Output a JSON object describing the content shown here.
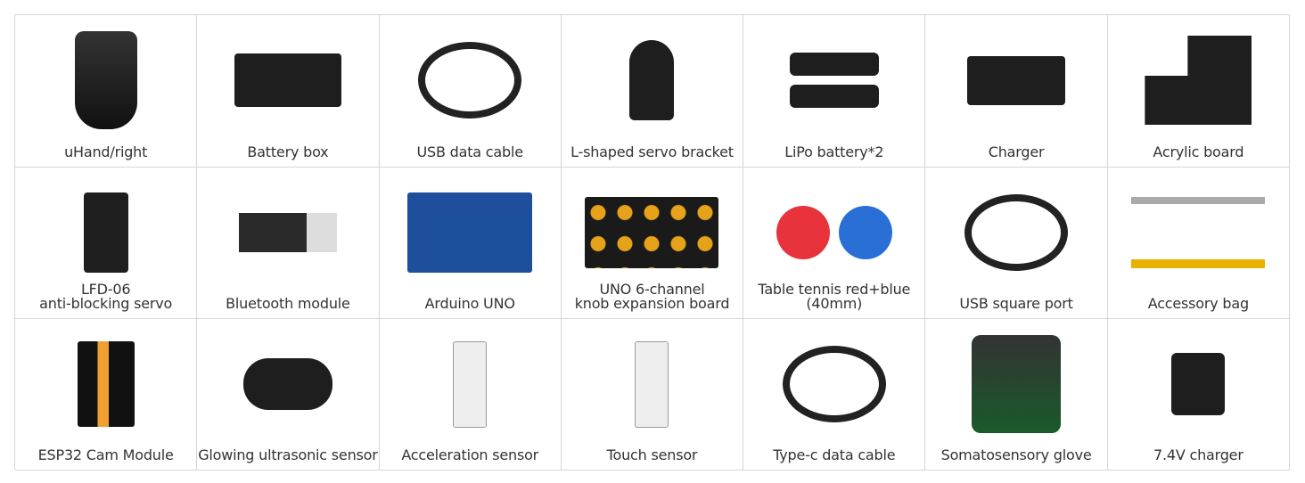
{
  "items": [
    {
      "label": "uHand/right",
      "icon": "robotic-hand-image",
      "shape": "hand"
    },
    {
      "label": "Battery box",
      "icon": "battery-box-image",
      "shape": "box"
    },
    {
      "label": "USB data cable",
      "icon": "usb-cable-image",
      "shape": "cable"
    },
    {
      "label": "L-shaped servo bracket",
      "icon": "servo-bracket-image",
      "shape": "bracket"
    },
    {
      "label": "LiPo battery*2",
      "icon": "lipo-battery-image",
      "shape": "battery",
      "count": 2
    },
    {
      "label": "Charger",
      "icon": "charger-image",
      "shape": "charger"
    },
    {
      "label": "Acrylic board",
      "icon": "acrylic-board-image",
      "shape": "acrylic"
    },
    {
      "label": "LFD-06\nanti-blocking servo",
      "icon": "servo-image",
      "shape": "servo"
    },
    {
      "label": "Bluetooth module",
      "icon": "bluetooth-module-image",
      "shape": "bt"
    },
    {
      "label": "Arduino UNO",
      "icon": "arduino-board-image",
      "shape": "uno"
    },
    {
      "label": "UNO 6-channel\nknob expansion board",
      "icon": "knob-board-image",
      "shape": "knob"
    },
    {
      "label": "Table tennis red+blue\n(40mm)",
      "icon": "table-tennis-balls-image",
      "shape": "balls",
      "colors": [
        "#e8323c",
        "#2a6fd6"
      ]
    },
    {
      "label": "USB square port",
      "icon": "usb-square-cable-image",
      "shape": "cable"
    },
    {
      "label": "Accessory bag",
      "icon": "accessory-bag-image",
      "shape": "tools"
    },
    {
      "label": "ESP32 Cam Module",
      "icon": "esp32-cam-image",
      "shape": "cam"
    },
    {
      "label": "Glowing ultrasonic sensor",
      "icon": "ultrasonic-sensor-image",
      "shape": "ultra"
    },
    {
      "label": "Acceleration sensor",
      "icon": "acceleration-sensor-image",
      "shape": "sensor"
    },
    {
      "label": "Touch sensor",
      "icon": "touch-sensor-image",
      "shape": "sensor"
    },
    {
      "label": "Type-c data cable",
      "icon": "typec-cable-image",
      "shape": "cable"
    },
    {
      "label": "Somatosensory glove",
      "icon": "glove-image",
      "shape": "glove"
    },
    {
      "label": "7.4V charger",
      "icon": "power-adapter-image",
      "shape": "adapter"
    }
  ]
}
